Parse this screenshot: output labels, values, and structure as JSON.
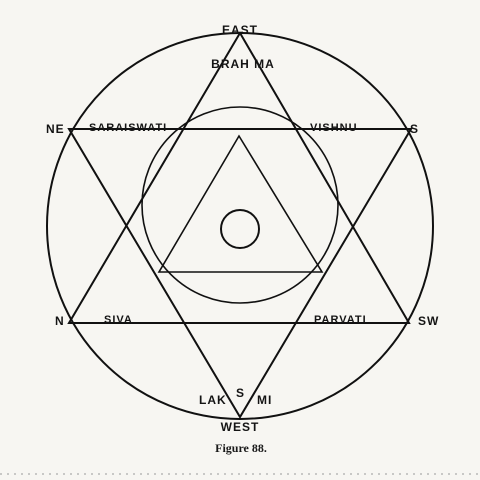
{
  "diagram": {
    "labels": {
      "east": "EAST",
      "brahma": "BRAH MA",
      "ne": "NE",
      "saraiswati": "SARAISWATI",
      "vishnu": "VISHNU",
      "s": "S",
      "n": "N",
      "siva": "SIVA",
      "parvati": "PARVATI",
      "sw": "SW",
      "lakmi_left": "LAK",
      "lakmi_s": "S",
      "lakmi_right": "MI",
      "west": "WEST"
    },
    "caption": "Figure 88."
  }
}
